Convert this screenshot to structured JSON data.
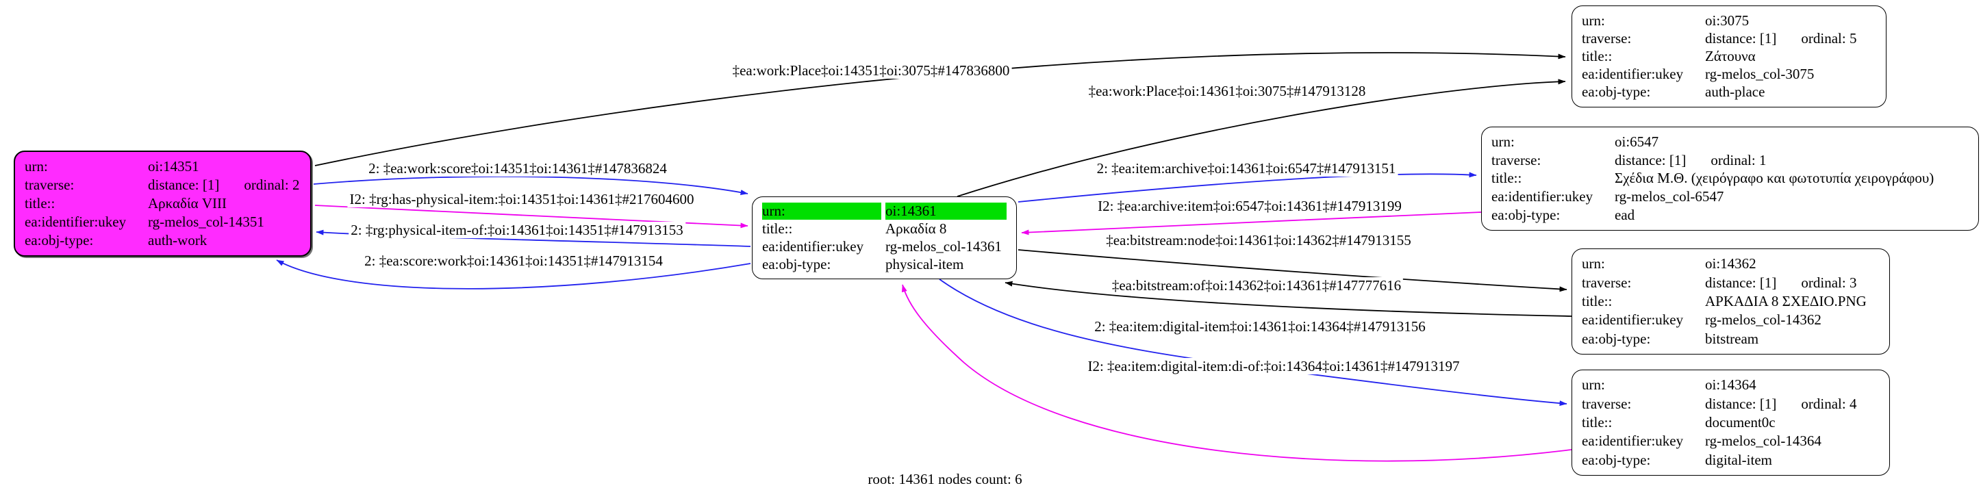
{
  "footer": {
    "text": "root: 14361 nodes count: 6"
  },
  "colors": {
    "root_node_fill": "#ff2bff",
    "highlight_row_fill": "#00df00",
    "edge_black": "#000000",
    "edge_blue": "#2222ee",
    "edge_magenta": "#ee00ee",
    "node_fill": "#ffffff",
    "node_border": "#000000"
  },
  "nodes": {
    "n14351": {
      "rows": [
        {
          "k": "urn:",
          "v": "oi:14351"
        },
        {
          "k": "traverse:",
          "v": "distance: [1]",
          "v2": "ordinal: 2"
        },
        {
          "k": "title::",
          "v": "Αρκαδία VIII"
        },
        {
          "k": "ea:identifier:ukey",
          "v": "rg-melos_col-14351"
        },
        {
          "k": "ea:obj-type:",
          "v": "auth-work"
        }
      ]
    },
    "n14361": {
      "rows": [
        {
          "k": "urn:",
          "v": "oi:14361"
        },
        {
          "k": "title::",
          "v": "Αρκαδία 8"
        },
        {
          "k": "ea:identifier:ukey",
          "v": "rg-melos_col-14361"
        },
        {
          "k": "ea:obj-type:",
          "v": "physical-item"
        }
      ]
    },
    "n3075": {
      "rows": [
        {
          "k": "urn:",
          "v": "oi:3075"
        },
        {
          "k": "traverse:",
          "v": "distance: [1]",
          "v2": "ordinal: 5"
        },
        {
          "k": "title::",
          "v": "Ζάτουνα"
        },
        {
          "k": "ea:identifier:ukey",
          "v": "rg-melos_col-3075"
        },
        {
          "k": "ea:obj-type:",
          "v": "auth-place"
        }
      ]
    },
    "n6547": {
      "rows": [
        {
          "k": "urn:",
          "v": "oi:6547"
        },
        {
          "k": "traverse:",
          "v": "distance: [1]",
          "v2": "ordinal: 1"
        },
        {
          "k": "title::",
          "v": "Σχέδια Μ.Θ. (χειρόγραφο και φωτοτυπία χειρογράφου)"
        },
        {
          "k": "ea:identifier:ukey",
          "v": "rg-melos_col-6547"
        },
        {
          "k": "ea:obj-type:",
          "v": "ead"
        }
      ]
    },
    "n14362": {
      "rows": [
        {
          "k": "urn:",
          "v": "oi:14362"
        },
        {
          "k": "traverse:",
          "v": "distance: [1]",
          "v2": "ordinal: 3"
        },
        {
          "k": "title::",
          "v": "ΑΡΚΑΔΙΑ 8 ΣΧΕΔΙΟ.PNG"
        },
        {
          "k": "ea:identifier:ukey",
          "v": "rg-melos_col-14362"
        },
        {
          "k": "ea:obj-type:",
          "v": "bitstream"
        }
      ]
    },
    "n14364": {
      "rows": [
        {
          "k": "urn:",
          "v": "oi:14364"
        },
        {
          "k": "traverse:",
          "v": "distance: [1]",
          "v2": "ordinal: 4"
        },
        {
          "k": "title::",
          "v": "document0c"
        },
        {
          "k": "ea:identifier:ukey",
          "v": "rg-melos_col-14364"
        },
        {
          "k": "ea:obj-type:",
          "v": "digital-item"
        }
      ]
    }
  },
  "edges": {
    "e1": {
      "label": "‡ea:work:Place‡oi:14351‡oi:3075‡#147836800",
      "color": "black"
    },
    "e2": {
      "label": "‡ea:work:Place‡oi:14361‡oi:3075‡#147913128",
      "color": "black"
    },
    "e3": {
      "label": "2: ‡ea:work:score‡oi:14351‡oi:14361‡#147836824",
      "color": "blue"
    },
    "e4": {
      "label": "I2: ‡rg:has-physical-item:‡oi:14351‡oi:14361‡#217604600",
      "color": "magenta"
    },
    "e5": {
      "label": "2: ‡rg:physical-item-of:‡oi:14361‡oi:14351‡#147913153",
      "color": "blue"
    },
    "e6": {
      "label": "2: ‡ea:score:work‡oi:14361‡oi:14351‡#147913154",
      "color": "blue"
    },
    "e7": {
      "label": "2: ‡ea:item:archive‡oi:14361‡oi:6547‡#147913151",
      "color": "blue"
    },
    "e8": {
      "label": "I2: ‡ea:archive:item‡oi:6547‡oi:14361‡#147913199",
      "color": "magenta"
    },
    "e9": {
      "label": "‡ea:bitstream:node‡oi:14361‡oi:14362‡#147913155",
      "color": "black"
    },
    "e10": {
      "label": "‡ea:bitstream:of‡oi:14362‡oi:14361‡#147777616",
      "color": "black"
    },
    "e11": {
      "label": "2: ‡ea:item:digital-item‡oi:14361‡oi:14364‡#147913156",
      "color": "blue"
    },
    "e12": {
      "label": "I2: ‡ea:item:digital-item:di-of:‡oi:14364‡oi:14361‡#147913197",
      "color": "magenta"
    }
  }
}
